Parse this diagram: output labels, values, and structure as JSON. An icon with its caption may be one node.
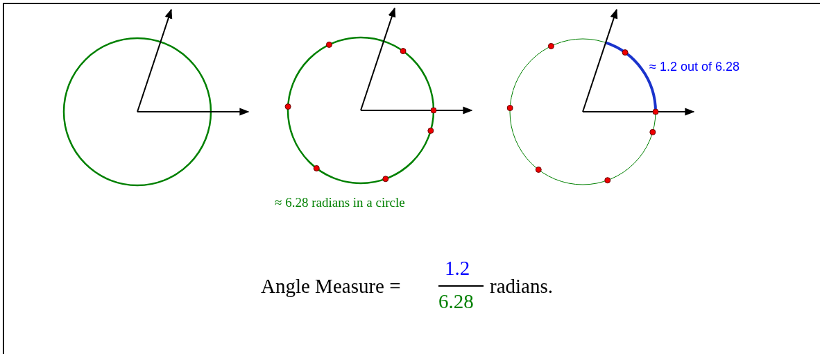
{
  "diagram": {
    "labels": [
      "≈ 1.2 out of 6.28",
      "≈ 6.28 radians in a circle",
      "Angle Measure =",
      "1.2",
      "6.28",
      "radians."
    ]
  }
}
